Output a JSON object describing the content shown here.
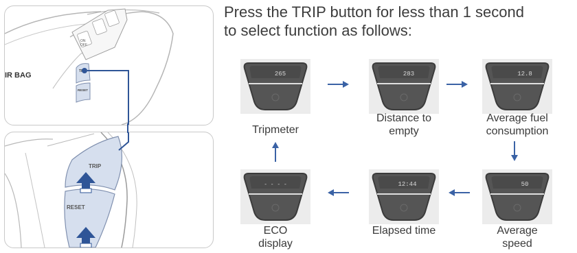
{
  "instruction": {
    "line1": "Press the TRIP button for less than 1 second",
    "line2": "to select function as follows:"
  },
  "illustration": {
    "airbag_text": "IR BAG",
    "on_off_label_1": "ON",
    "on_off_label_2": "OFF",
    "trip_small_label": "TRIP",
    "reset_small_label": "RESET",
    "trip_label": "TRIP",
    "reset_label": "RESET"
  },
  "cycle": [
    {
      "caption_line1": "Tripmeter",
      "caption_line2": "",
      "readout": "265"
    },
    {
      "caption_line1": "Distance to",
      "caption_line2": "empty",
      "readout": "283"
    },
    {
      "caption_line1": "Average fuel",
      "caption_line2": "consumption",
      "readout": "12.8"
    },
    {
      "caption_line1": "Average",
      "caption_line2": "speed",
      "readout": "50"
    },
    {
      "caption_line1": "Elapsed time",
      "caption_line2": "",
      "readout": "12:44"
    },
    {
      "caption_line1": "ECO",
      "caption_line2": "display",
      "readout": "- - - -"
    }
  ],
  "colors": {
    "accent": "#2f5597",
    "arrow": "#3a62a5",
    "panel_border": "#c8c8c8",
    "button_fill": "#d6dfee",
    "display_body": "#555555",
    "display_text": "#d8d8d8"
  }
}
